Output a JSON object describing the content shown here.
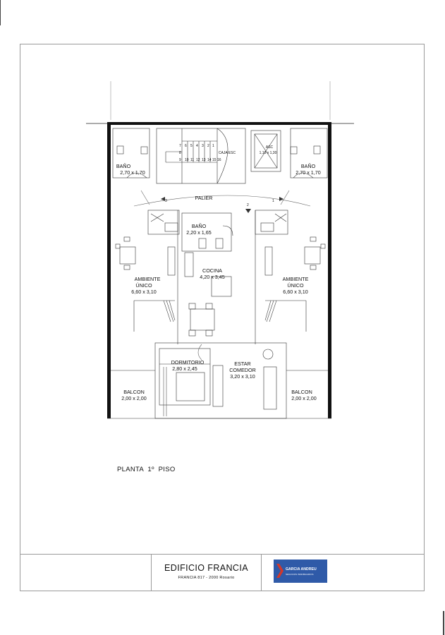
{
  "plan": {
    "title": "PLANTA  1º  PISO",
    "rooms": [
      {
        "id": "bano-left-name",
        "text": "BAÑO"
      },
      {
        "id": "bano-left-dim",
        "text": "2,70 x 1,70"
      },
      {
        "id": "bano-right-name",
        "text": "BAÑO"
      },
      {
        "id": "bano-right-dim",
        "text": "2,70 x 1,70"
      },
      {
        "id": "caja-esc",
        "text": "CAJA ESC"
      },
      {
        "id": "asc-name",
        "text": "ASC"
      },
      {
        "id": "asc-dim",
        "text": "1,10 x 1,30"
      },
      {
        "id": "palier",
        "text": "PALIER"
      },
      {
        "id": "bano-center-name",
        "text": "BAÑO"
      },
      {
        "id": "bano-center-dim",
        "text": "2,20 x 1,65"
      },
      {
        "id": "cocina-name",
        "text": "COCINA"
      },
      {
        "id": "cocina-dim",
        "text": "4,20 x 3,45"
      },
      {
        "id": "amb-left-1",
        "text": "AMBIENTE"
      },
      {
        "id": "amb-left-2",
        "text": "ÚNICO"
      },
      {
        "id": "amb-left-dim",
        "text": "6,60 x 3,10"
      },
      {
        "id": "amb-right-1",
        "text": "AMBIENTE"
      },
      {
        "id": "amb-right-2",
        "text": "ÚNICO"
      },
      {
        "id": "amb-right-dim",
        "text": "6,60 x 3,10"
      },
      {
        "id": "dormitorio-name",
        "text": "DORMITORIO"
      },
      {
        "id": "dormitorio-dim",
        "text": "2,80 x 2,45"
      },
      {
        "id": "estar-1",
        "text": "ESTAR"
      },
      {
        "id": "estar-2",
        "text": "COMEDOR"
      },
      {
        "id": "estar-dim",
        "text": "3,20 x 3,10"
      },
      {
        "id": "balcon-left-name",
        "text": "BALCON"
      },
      {
        "id": "balcon-left-dim",
        "text": "2,00 x 2,00"
      },
      {
        "id": "balcon-right-name",
        "text": "BALCON"
      },
      {
        "id": "balcon-right-dim",
        "text": "2,00 x 2,00"
      }
    ],
    "unit_markers": [
      "3",
      "2",
      "1"
    ],
    "stair_steps": [
      "7",
      "6",
      "5",
      "4",
      "3",
      "2",
      "1",
      "8",
      "9",
      "10",
      "11",
      "12",
      "13",
      "14",
      "15",
      "16"
    ]
  },
  "titleblock": {
    "building_name": "EDIFICIO FRANCIA",
    "address": "FRANCIA 817 -  2000  Rosario",
    "logo_text": "GARCIA ANDREU",
    "logo_sub": "NEGOCIOS INMOBILIARIOS",
    "logo_color": "#2f5aa8",
    "logo_accent": "#d2382b"
  }
}
